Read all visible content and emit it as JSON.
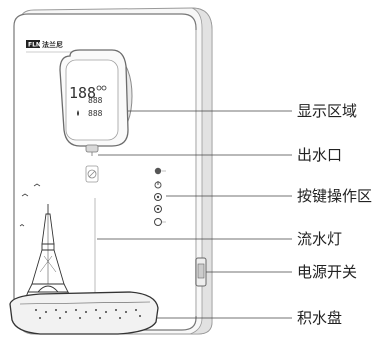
{
  "brand": {
    "badge": "FLN",
    "name": "法兰尼"
  },
  "display": {
    "digits": "188",
    "sub1": "888",
    "sub2": "888"
  },
  "callouts": [
    {
      "id": "display",
      "label": "显示区域"
    },
    {
      "id": "outlet",
      "label": "出水口"
    },
    {
      "id": "buttons",
      "label": "按键操作区"
    },
    {
      "id": "flowlight",
      "label": "流水灯"
    },
    {
      "id": "power",
      "label": "电源开关"
    },
    {
      "id": "tray",
      "label": "积水盘"
    }
  ]
}
